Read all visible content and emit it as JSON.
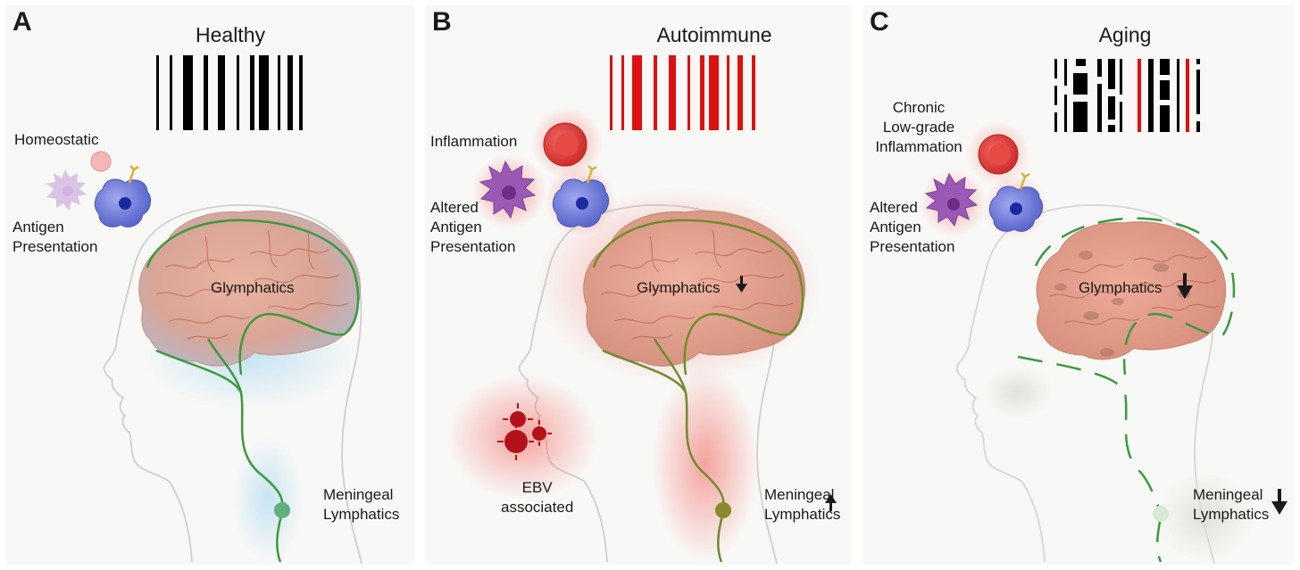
{
  "panels": {
    "a": {
      "letter": "A",
      "title": "Healthy",
      "labels": {
        "cells": "Homeostatic",
        "antigen": "Antigen\nPresentation",
        "glymphatics": "Glymphatics",
        "meningeal": "Meningeal\nLymphatics"
      }
    },
    "b": {
      "letter": "B",
      "title": "Autoimmune",
      "labels": {
        "inflammation": "Inflammation",
        "antigen": "Altered\nAntigen\nPresentation",
        "glymphatics": "Glymphatics",
        "meningeal": "Meningeal\nLymphatics",
        "ebv": "EBV\nassociated"
      }
    },
    "c": {
      "letter": "C",
      "title": "Aging",
      "labels": {
        "inflammation": "Chronic\nLow-grade\nInflammation",
        "antigen": "Altered\nAntigen\nPresentation",
        "glymphatics": "Glymphatics",
        "meningeal": "Meningeal\nLymphatics"
      }
    }
  },
  "colors": {
    "vessel": "#3a9a3e",
    "brain_fill": "#e4aa96",
    "inflammation_glow": "#f26a63",
    "healthy_glow": "#9fd3f0",
    "barcode_healthy": "#000000",
    "barcode_autoimmune": "#e01010",
    "macrophage": "#6c78d6",
    "dendritic_cell": "#9b59b6",
    "ebv_virus": "#b3121b"
  },
  "icons": [
    "barcode-icon",
    "lymphocyte-icon",
    "macrophage-icon",
    "dendritic-cell-icon",
    "virus-icon",
    "arrow-up-icon",
    "arrow-down-icon"
  ]
}
